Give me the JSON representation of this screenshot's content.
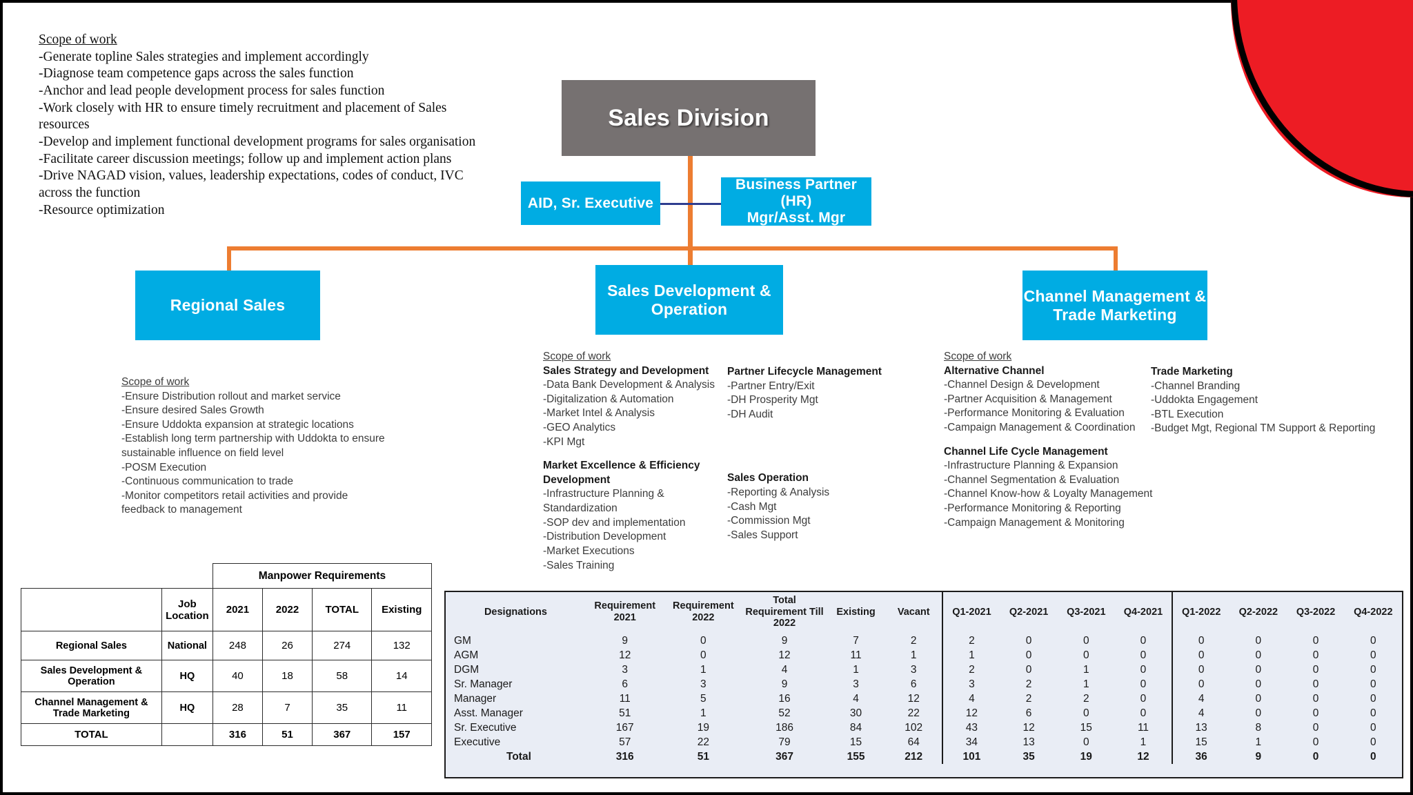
{
  "colors": {
    "accent_blue": "#00ACE3",
    "gray_box": "#767171",
    "connector_orange": "#ED7D31",
    "connector_navy": "#2E3D8F",
    "corner_red": "#ED1C24",
    "table_band": "#E9EDF5"
  },
  "division_scope": {
    "title": "Scope of work",
    "items": [
      "-Generate topline Sales strategies and implement accordingly",
      "-Diagnose team competence gaps across the sales function",
      "-Anchor and lead people development process for sales function",
      "-Work closely with HR to ensure timely recruitment and placement of Sales",
      "resources",
      "-Develop and implement functional development programs for sales organisation",
      "-Facilitate career discussion meetings; follow up and implement action plans",
      "-Drive NAGAD vision, values, leadership expectations, codes of conduct, IVC",
      "across the function",
      "-Resource optimization"
    ]
  },
  "org": {
    "root": "Sales Division",
    "aid": "AID, Sr. Executive",
    "hr_partner_line1": "Business Partner (HR)",
    "hr_partner_line2": "Mgr/Asst. Mgr",
    "dept1": "Regional Sales",
    "dept2_line1": "Sales Development &",
    "dept2_line2": "Operation",
    "dept3_line1": "Channel Management &",
    "dept3_line2": "Trade Marketing"
  },
  "regional_scope": {
    "label": "Scope of work",
    "items": [
      "-Ensure Distribution rollout and market service",
      "-Ensure desired Sales Growth",
      "-Ensure Uddokta expansion at strategic locations",
      "-Establish long term partnership with Uddokta to ensure",
      "sustainable influence on field level",
      "-POSM Execution",
      "-Continuous communication to trade",
      "-Monitor competitors retail activities and provide",
      "feedback to management"
    ]
  },
  "sales_dev_scope": {
    "label": "Scope of work",
    "col1": [
      {
        "heading": "Sales Strategy and Development",
        "items": [
          "-Data Bank Development & Analysis",
          "-Digitalization & Automation",
          "-Market Intel & Analysis",
          "-GEO Analytics",
          "-KPI Mgt"
        ]
      },
      {
        "heading": "Market Excellence & Efficiency Development",
        "items": [
          "-Infrastructure Planning & Standardization",
          "-SOP dev and implementation",
          "-Distribution Development",
          "-Market Executions",
          "-Sales Training"
        ]
      }
    ],
    "col2": [
      {
        "heading": "Partner Lifecycle Management",
        "items": [
          "-Partner Entry/Exit",
          "-DH Prosperity Mgt",
          "-DH Audit"
        ]
      },
      {
        "heading": "Sales Operation",
        "items": [
          "-Reporting & Analysis",
          "-Cash Mgt",
          "-Commission Mgt",
          "-Sales Support"
        ]
      }
    ]
  },
  "channel_scope": {
    "label": "Scope of work",
    "col1": [
      {
        "heading": "Alternative Channel",
        "items": [
          "-Channel Design & Development",
          "-Partner Acquisition & Management",
          "-Performance Monitoring & Evaluation",
          "-Campaign Management & Coordination"
        ]
      },
      {
        "heading": "Channel Life Cycle Management",
        "items": [
          "-Infrastructure Planning & Expansion",
          "-Channel Segmentation & Evaluation",
          "-Channel Know-how & Loyalty Management",
          "-Performance Monitoring & Reporting",
          "-Campaign Management & Monitoring"
        ]
      }
    ],
    "col2": [
      {
        "heading": "Trade Marketing",
        "items": [
          "-Channel Branding",
          "-Uddokta Engagement",
          "-BTL Execution",
          "-Budget Mgt, Regional TM Support & Reporting"
        ]
      }
    ]
  },
  "manpower_table": {
    "group_header": "Manpower Requirements",
    "headers": [
      "",
      "Job Location",
      "2021",
      "2022",
      "TOTAL",
      "Existing"
    ],
    "rows": [
      {
        "name": "Regional Sales",
        "location": "National",
        "y2021": "248",
        "y2022": "26",
        "total": "274",
        "existing": "132"
      },
      {
        "name": "Sales Development & Operation",
        "location": "HQ",
        "y2021": "40",
        "y2022": "18",
        "total": "58",
        "existing": "14"
      },
      {
        "name": "Channel Management & Trade Marketing",
        "location": "HQ",
        "y2021": "28",
        "y2022": "7",
        "total": "35",
        "existing": "11"
      }
    ],
    "total_row": {
      "name": "TOTAL",
      "location": "",
      "y2021": "316",
      "y2022": "51",
      "total": "367",
      "existing": "157"
    }
  },
  "designation_table": {
    "headers": [
      "Designations",
      "Requirement 2021",
      "Requirement 2022",
      "Total Requirement Till 2022",
      "Existing",
      "Vacant",
      "Q1-2021",
      "Q2-2021",
      "Q3-2021",
      "Q4-2021",
      "Q1-2022",
      "Q2-2022",
      "Q3-2022",
      "Q4-2022"
    ],
    "rows": [
      {
        "c": [
          "GM",
          "9",
          "0",
          "9",
          "7",
          "2",
          "2",
          "0",
          "0",
          "0",
          "0",
          "0",
          "0",
          "0"
        ]
      },
      {
        "c": [
          "AGM",
          "12",
          "0",
          "12",
          "11",
          "1",
          "1",
          "0",
          "0",
          "0",
          "0",
          "0",
          "0",
          "0"
        ]
      },
      {
        "c": [
          "DGM",
          "3",
          "1",
          "4",
          "1",
          "3",
          "2",
          "0",
          "1",
          "0",
          "0",
          "0",
          "0",
          "0"
        ]
      },
      {
        "c": [
          "Sr. Manager",
          "6",
          "3",
          "9",
          "3",
          "6",
          "3",
          "2",
          "1",
          "0",
          "0",
          "0",
          "0",
          "0"
        ]
      },
      {
        "c": [
          "Manager",
          "11",
          "5",
          "16",
          "4",
          "12",
          "4",
          "2",
          "2",
          "0",
          "4",
          "0",
          "0",
          "0"
        ]
      },
      {
        "c": [
          "Asst. Manager",
          "51",
          "1",
          "52",
          "30",
          "22",
          "12",
          "6",
          "0",
          "0",
          "4",
          "0",
          "0",
          "0"
        ]
      },
      {
        "c": [
          "Sr. Executive",
          "167",
          "19",
          "186",
          "84",
          "102",
          "43",
          "12",
          "15",
          "11",
          "13",
          "8",
          "0",
          "0"
        ]
      },
      {
        "c": [
          "Executive",
          "57",
          "22",
          "79",
          "15",
          "64",
          "34",
          "13",
          "0",
          "1",
          "15",
          "1",
          "0",
          "0"
        ]
      }
    ],
    "total_row": {
      "c": [
        "Total",
        "316",
        "51",
        "367",
        "155",
        "212",
        "101",
        "35",
        "19",
        "12",
        "36",
        "9",
        "0",
        "0"
      ]
    }
  }
}
